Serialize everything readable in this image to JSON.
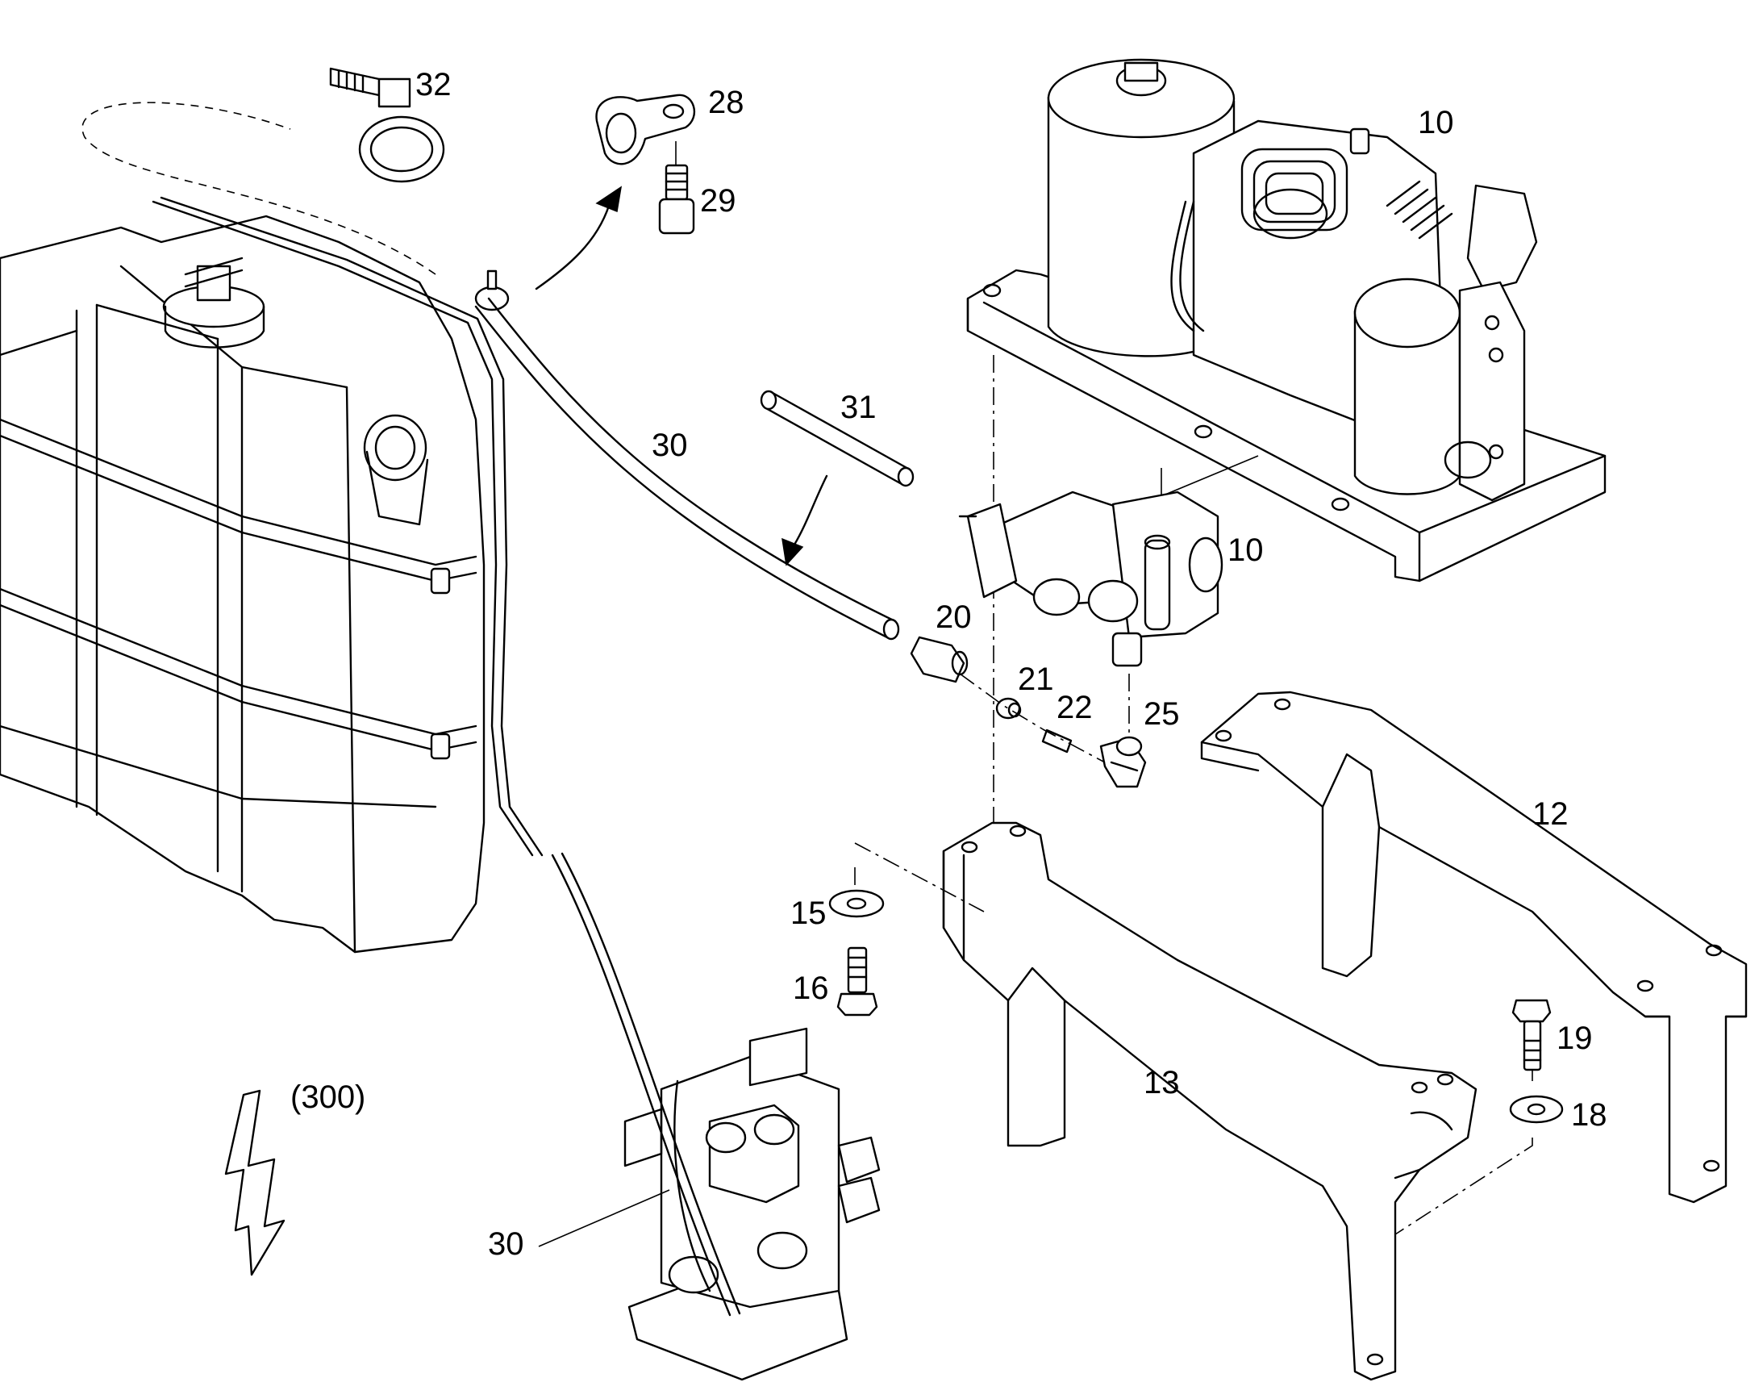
{
  "callouts": {
    "c32": "32",
    "c28": "28",
    "c29": "29",
    "c10_top": "10",
    "c31": "31",
    "c30_top": "30",
    "c10_mid": "10",
    "c20": "20",
    "c21": "21",
    "c22": "22",
    "c25": "25",
    "c12": "12",
    "c15": "15",
    "c16": "16",
    "c13": "13",
    "c19": "19",
    "c18": "18",
    "c300": "(300)",
    "c30_bottom": "30"
  }
}
